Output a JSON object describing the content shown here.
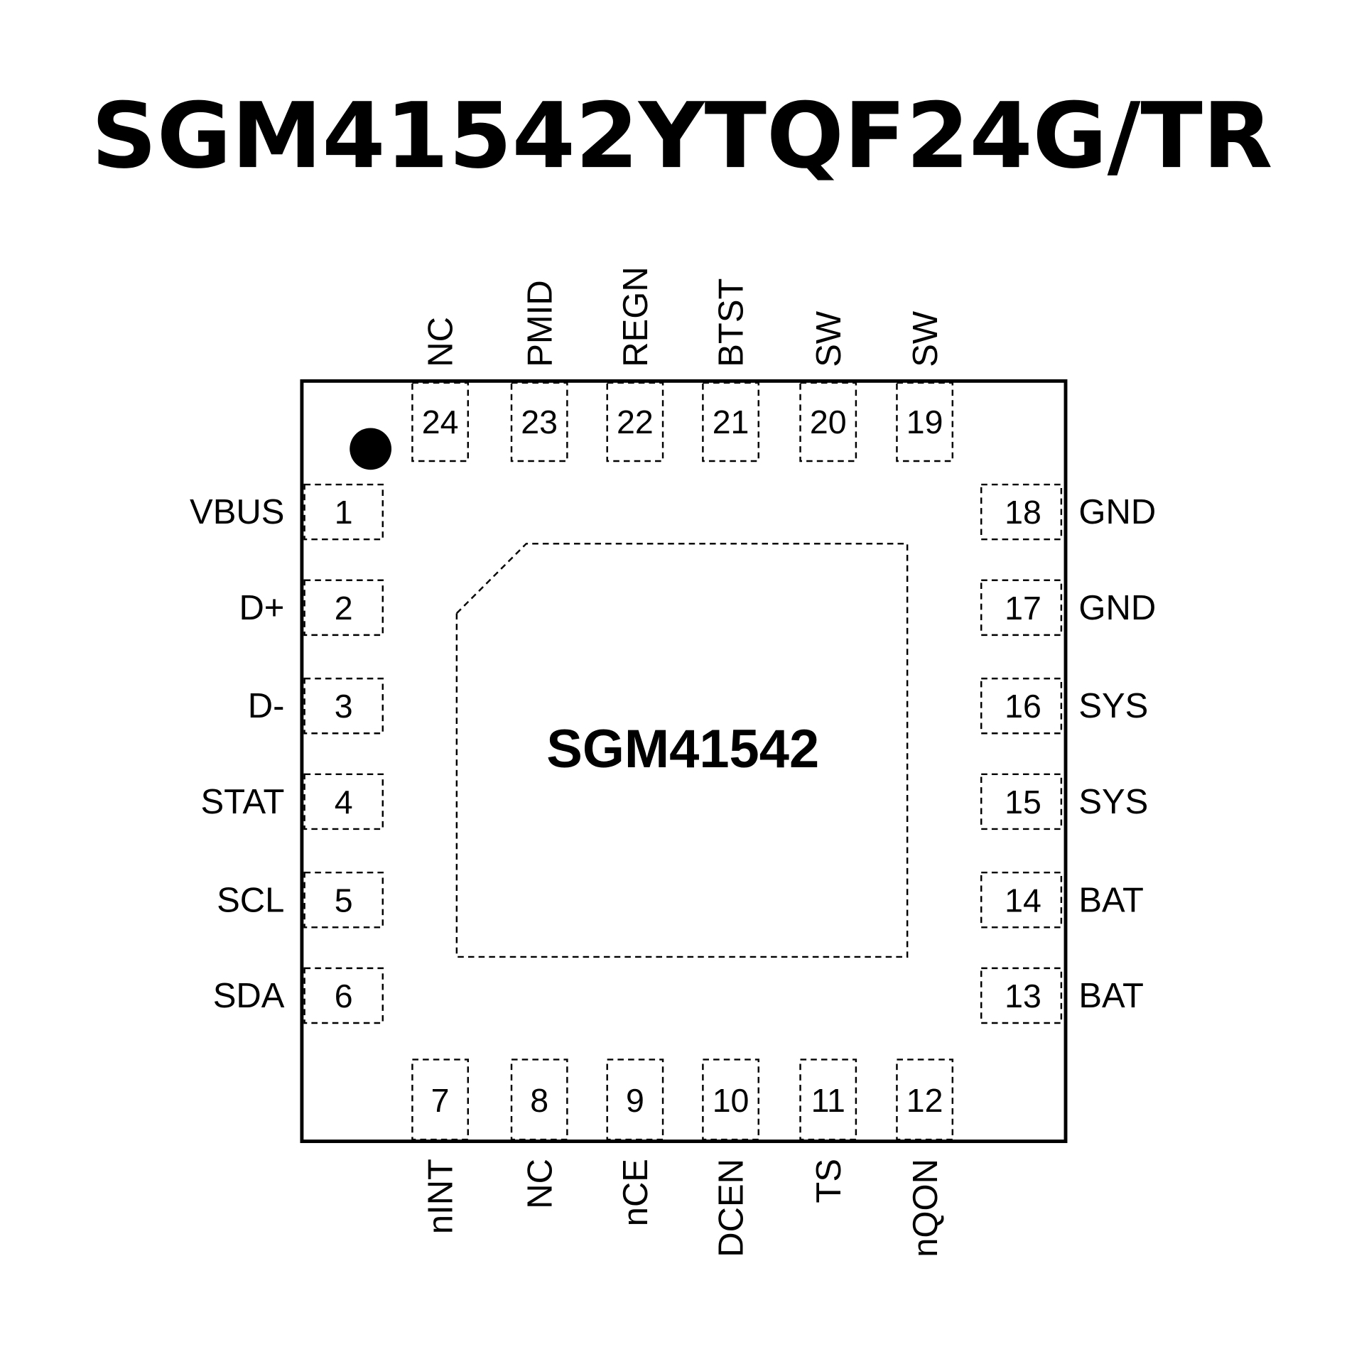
{
  "title": "SGM41542YTQF24G/TR",
  "center_label": "SGM41542",
  "pins": {
    "left": [
      {
        "num": "1",
        "name": "VBUS"
      },
      {
        "num": "2",
        "name": "D+"
      },
      {
        "num": "3",
        "name": "D-"
      },
      {
        "num": "4",
        "name": "STAT"
      },
      {
        "num": "5",
        "name": "SCL"
      },
      {
        "num": "6",
        "name": "SDA"
      }
    ],
    "bottom": [
      {
        "num": "7",
        "name": "nINT"
      },
      {
        "num": "8",
        "name": "NC"
      },
      {
        "num": "9",
        "name": "nCE"
      },
      {
        "num": "10",
        "name": "DCEN"
      },
      {
        "num": "11",
        "name": "TS"
      },
      {
        "num": "12",
        "name": "nQON"
      }
    ],
    "right": [
      {
        "num": "13",
        "name": "BAT"
      },
      {
        "num": "14",
        "name": "BAT"
      },
      {
        "num": "15",
        "name": "SYS"
      },
      {
        "num": "16",
        "name": "SYS"
      },
      {
        "num": "17",
        "name": "GND"
      },
      {
        "num": "18",
        "name": "GND"
      }
    ],
    "top": [
      {
        "num": "19",
        "name": "SW"
      },
      {
        "num": "20",
        "name": "SW"
      },
      {
        "num": "21",
        "name": "BTST"
      },
      {
        "num": "22",
        "name": "REGN"
      },
      {
        "num": "23",
        "name": "PMID"
      },
      {
        "num": "24",
        "name": "NC"
      }
    ]
  }
}
